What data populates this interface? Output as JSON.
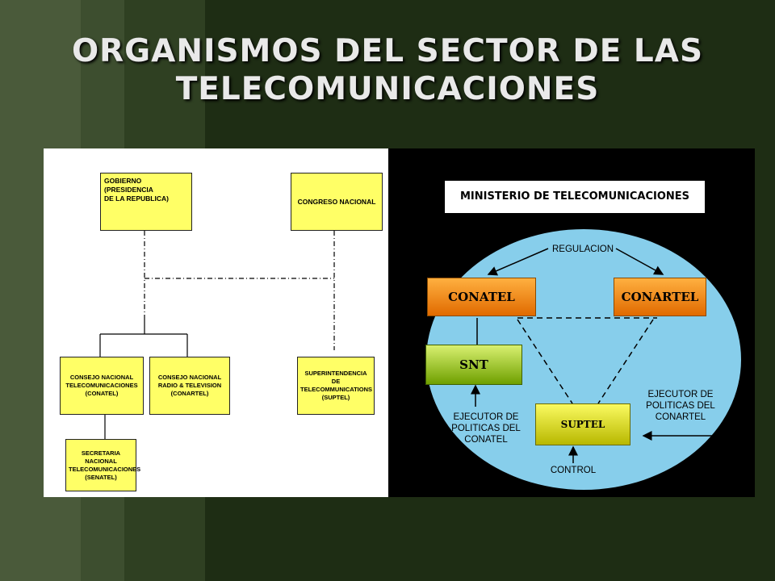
{
  "slide": {
    "title_line1": "ORGANISMOS DEL SECTOR DE LAS",
    "title_line2": "TELECOMUNICACIONES"
  },
  "org_chart": {
    "gobierno": [
      "GOBIERNO",
      "(PRESIDENCIA",
      "DE LA REPUBLICA)"
    ],
    "congreso": "CONGRESO NACIONAL",
    "conatel": [
      "CONSEJO NACIONAL",
      "TELECOMUNICACIONES",
      "(CONATEL)"
    ],
    "conartel": [
      "CONSEJO NACIONAL",
      "RADIO & TELEVISION",
      "(CONARTEL)"
    ],
    "suptel": [
      "SUPERINTENDENCIA",
      "DE",
      "TELECOMMUNICATIONS",
      "(SUPTEL)"
    ],
    "senatel": [
      "SECRETARIA NACIONAL",
      "TELECOMUNICACIONES",
      "(SENATEL)"
    ]
  },
  "ministry_diagram": {
    "header": "MINISTERIO DE TELECOMUNICACIONES",
    "regulacion": "REGULACION",
    "conatel": "CONATEL",
    "conartel": "CONARTEL",
    "snt": "SNT",
    "suptel": "SUPTEL",
    "control": "CONTROL",
    "ejecutor_conatel": [
      "EJECUTOR DE",
      "POLITICAS DEL",
      "CONATEL"
    ],
    "ejecutor_conartel": [
      "EJECUTOR DE",
      "POLITICAS DEL",
      "CONARTEL"
    ]
  },
  "colors": {
    "background": "#1e2d14",
    "org_box": "#ffff66",
    "oval": "#87ceeb",
    "conatel_box": "#f08a10",
    "snt_box": "#9acd20",
    "suptel_box": "#e8e830"
  }
}
